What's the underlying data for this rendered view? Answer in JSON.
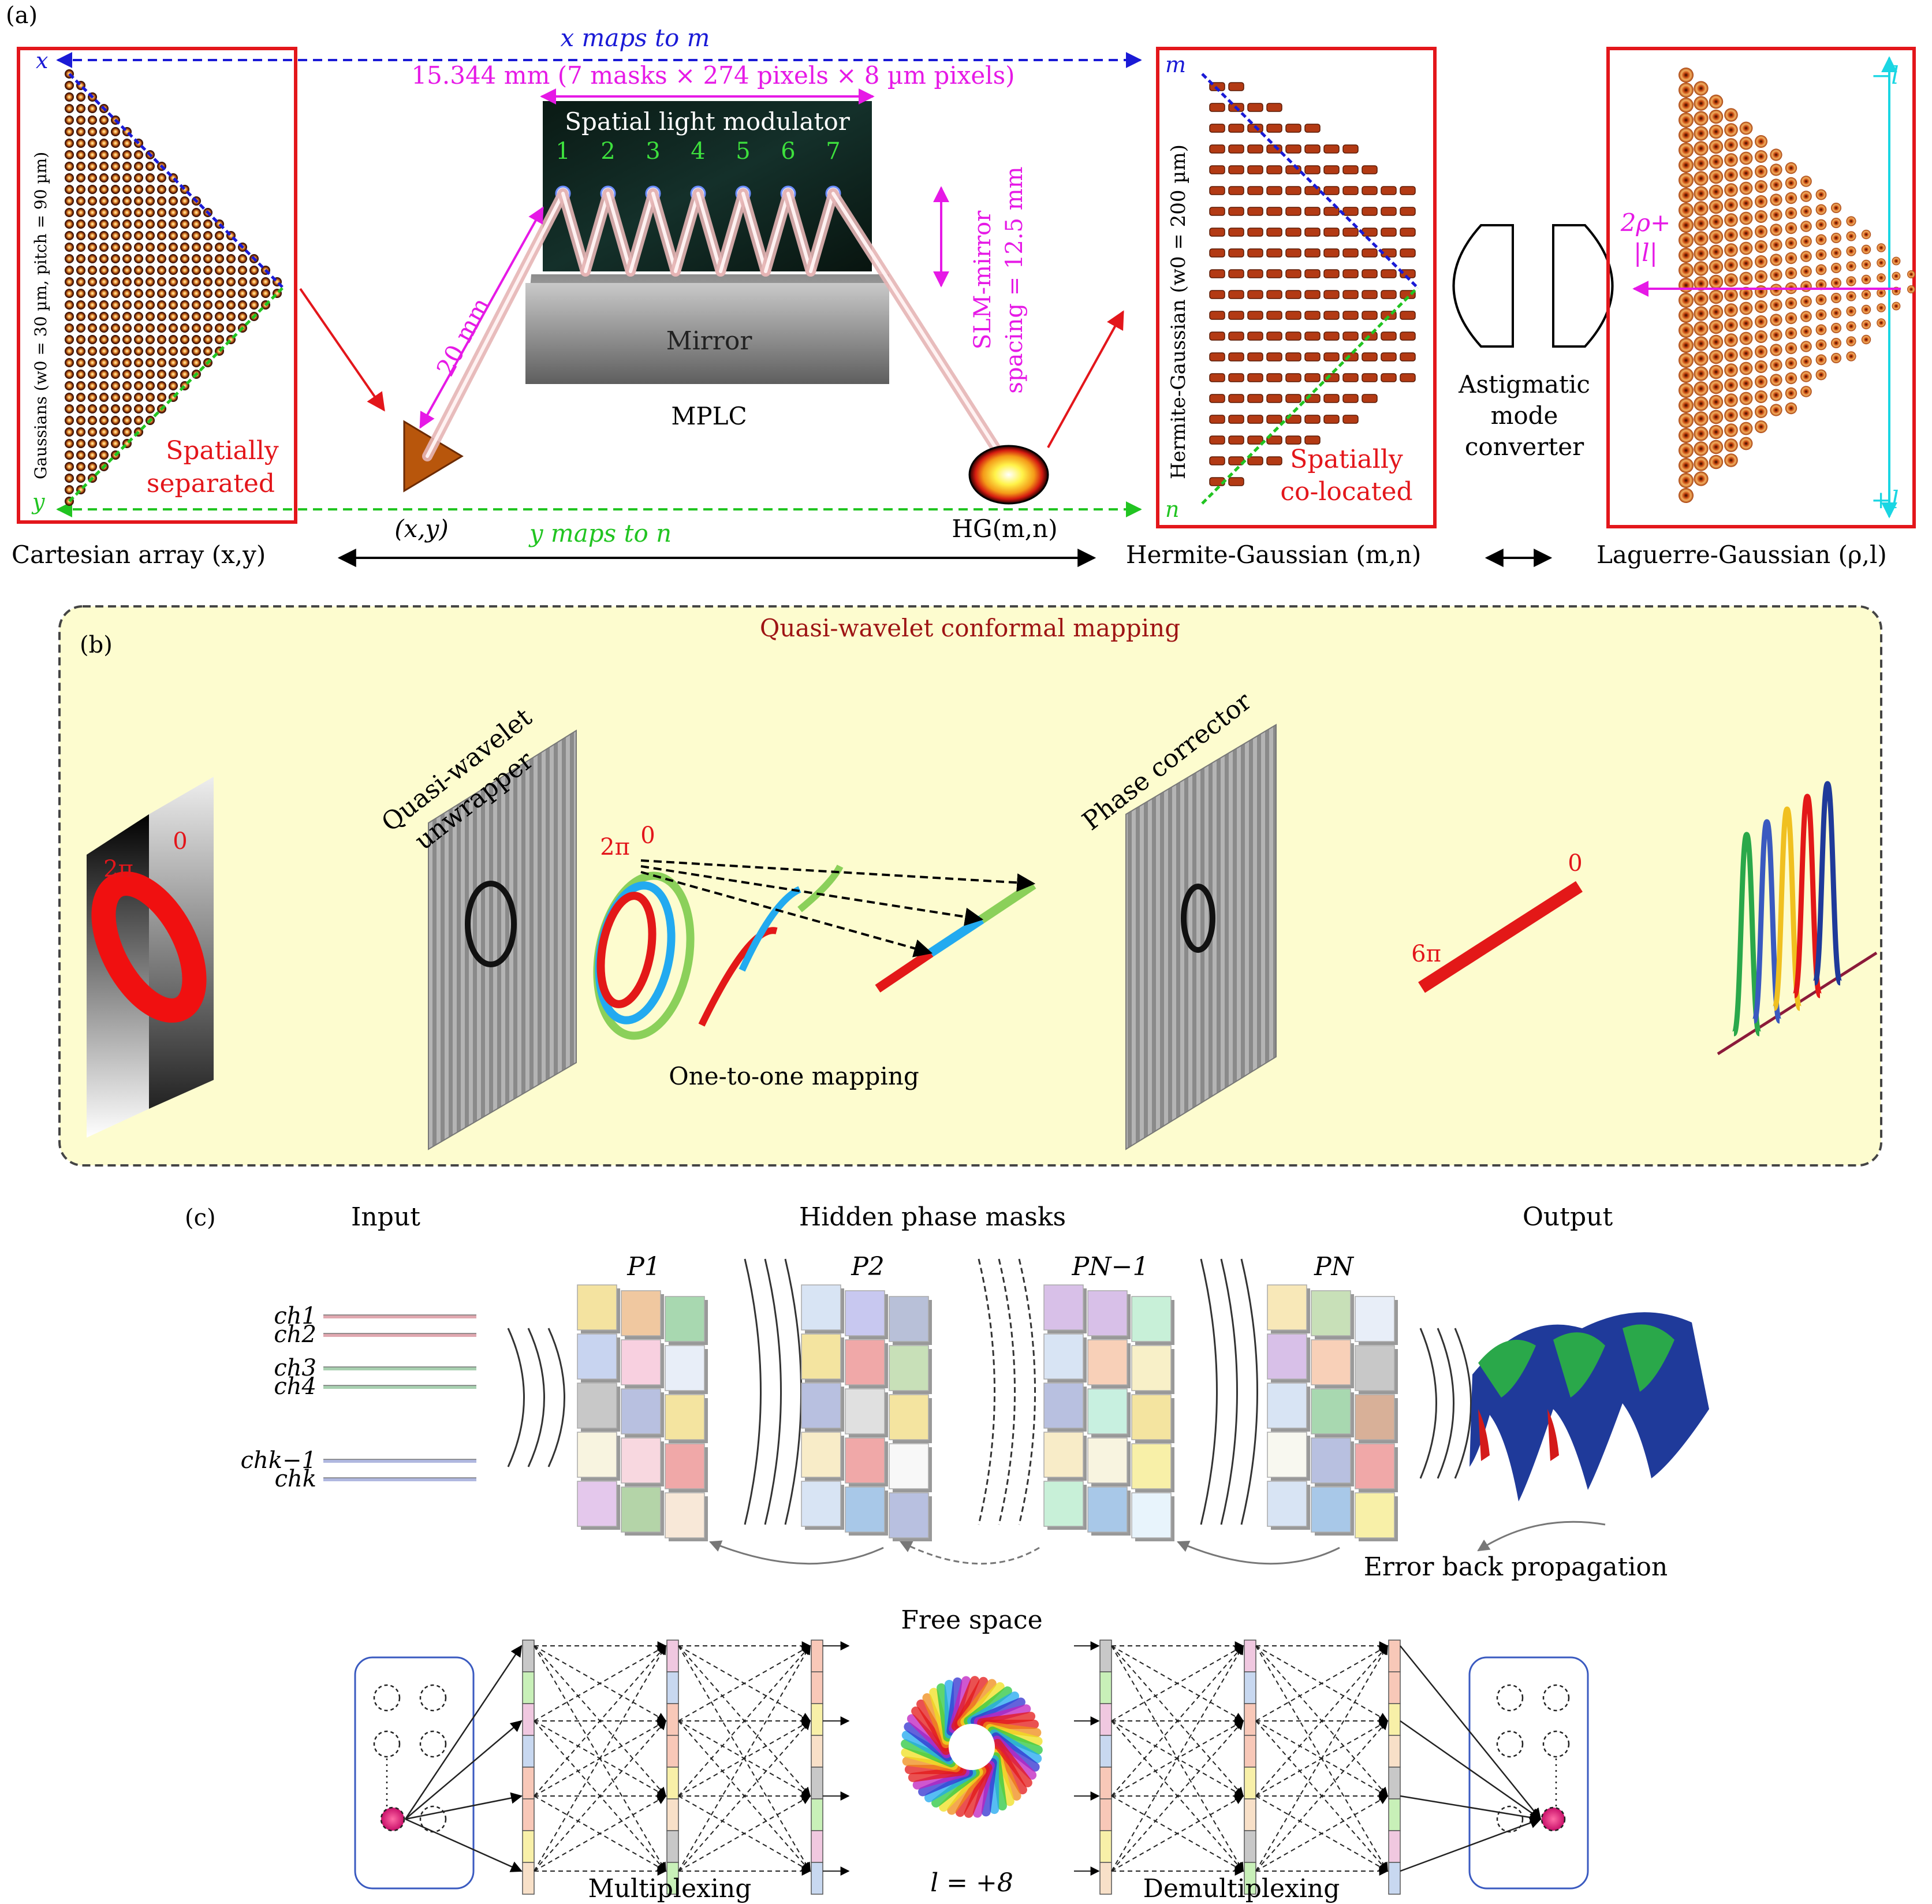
{
  "panel_a": {
    "label": "(a)",
    "x_maps_to_m": "x maps to m",
    "y_maps_to_n": "y maps to n",
    "slm_dimension": "15.344 mm (7 masks × 274 pixels × 8 µm pixels)",
    "slm_title": "Spatial light modulator",
    "slm_numbers": [
      "1",
      "2",
      "3",
      "4",
      "5",
      "6",
      "7"
    ],
    "mirror_label": "Mirror",
    "mplc_label": "MPLC",
    "distance_label": "20 mm",
    "slm_mirror_spacing_1": "SLM-mirror",
    "slm_mirror_spacing_2": "spacing = 12.5 mm",
    "gaussians_label": "Gaussians (w0 = 30 µm, pitch = 90 µm)",
    "hg_vertical_label": "Hermite-Gaussian (w0 = 200 µm)",
    "spatially_separated_1": "Spatially",
    "spatially_separated_2": "separated",
    "spatially_colocated_1": "Spatially",
    "spatially_colocated_2": "co-located",
    "astigmatic_1": "Astigmatic",
    "astigmatic_2": "mode",
    "astigmatic_3": "converter",
    "axis_x": "x",
    "axis_y": "y",
    "axis_m": "m",
    "axis_n": "n",
    "minus_l": "−l",
    "plus_l": "+l",
    "rho_label_1": "2ρ+",
    "rho_label_2": "|l|",
    "xy_label": "(x,y)",
    "hg_mn_label": "HG(m,n)",
    "cartesian_caption": "Cartesian array (x,y)",
    "hg_caption": "Hermite-Gaussian (m,n)",
    "lg_caption": "Laguerre-Gaussian (ρ,l)",
    "colors": {
      "red": "#e3161b",
      "blue": "#1a1ad6",
      "green": "#21c421",
      "magenta": "#e619e6",
      "cyan": "#1ad6e3",
      "dark_red": "#9e1414"
    }
  },
  "panel_b": {
    "label": "(b)",
    "title": "Quasi-wavelet conformal mapping",
    "unwrapper_1": "Quasi-wavelet",
    "unwrapper_2": "unwrapper",
    "phase_corrector": "Phase corrector",
    "two_pi": "2π",
    "zero": "0",
    "two_pi_b": "2π",
    "zero_b": "0",
    "six_pi": "6π",
    "zero_c": "0",
    "mapping_caption": "One-to-one mapping",
    "background": "#fdfccf"
  },
  "panel_c": {
    "label": "(c)",
    "input": "Input",
    "hidden": "Hidden phase masks",
    "output": "Output",
    "channels": [
      "ch1",
      "ch2",
      "ch3",
      "ch4",
      "chk−1",
      "chk"
    ],
    "masks": [
      "P1",
      "P2",
      "PN−1",
      "PN"
    ],
    "error_bp": "Error back propagation",
    "free_space": "Free space",
    "multiplexing": "Multiplexing",
    "demultiplexing": "Demultiplexing",
    "l_value": "l = +8"
  }
}
